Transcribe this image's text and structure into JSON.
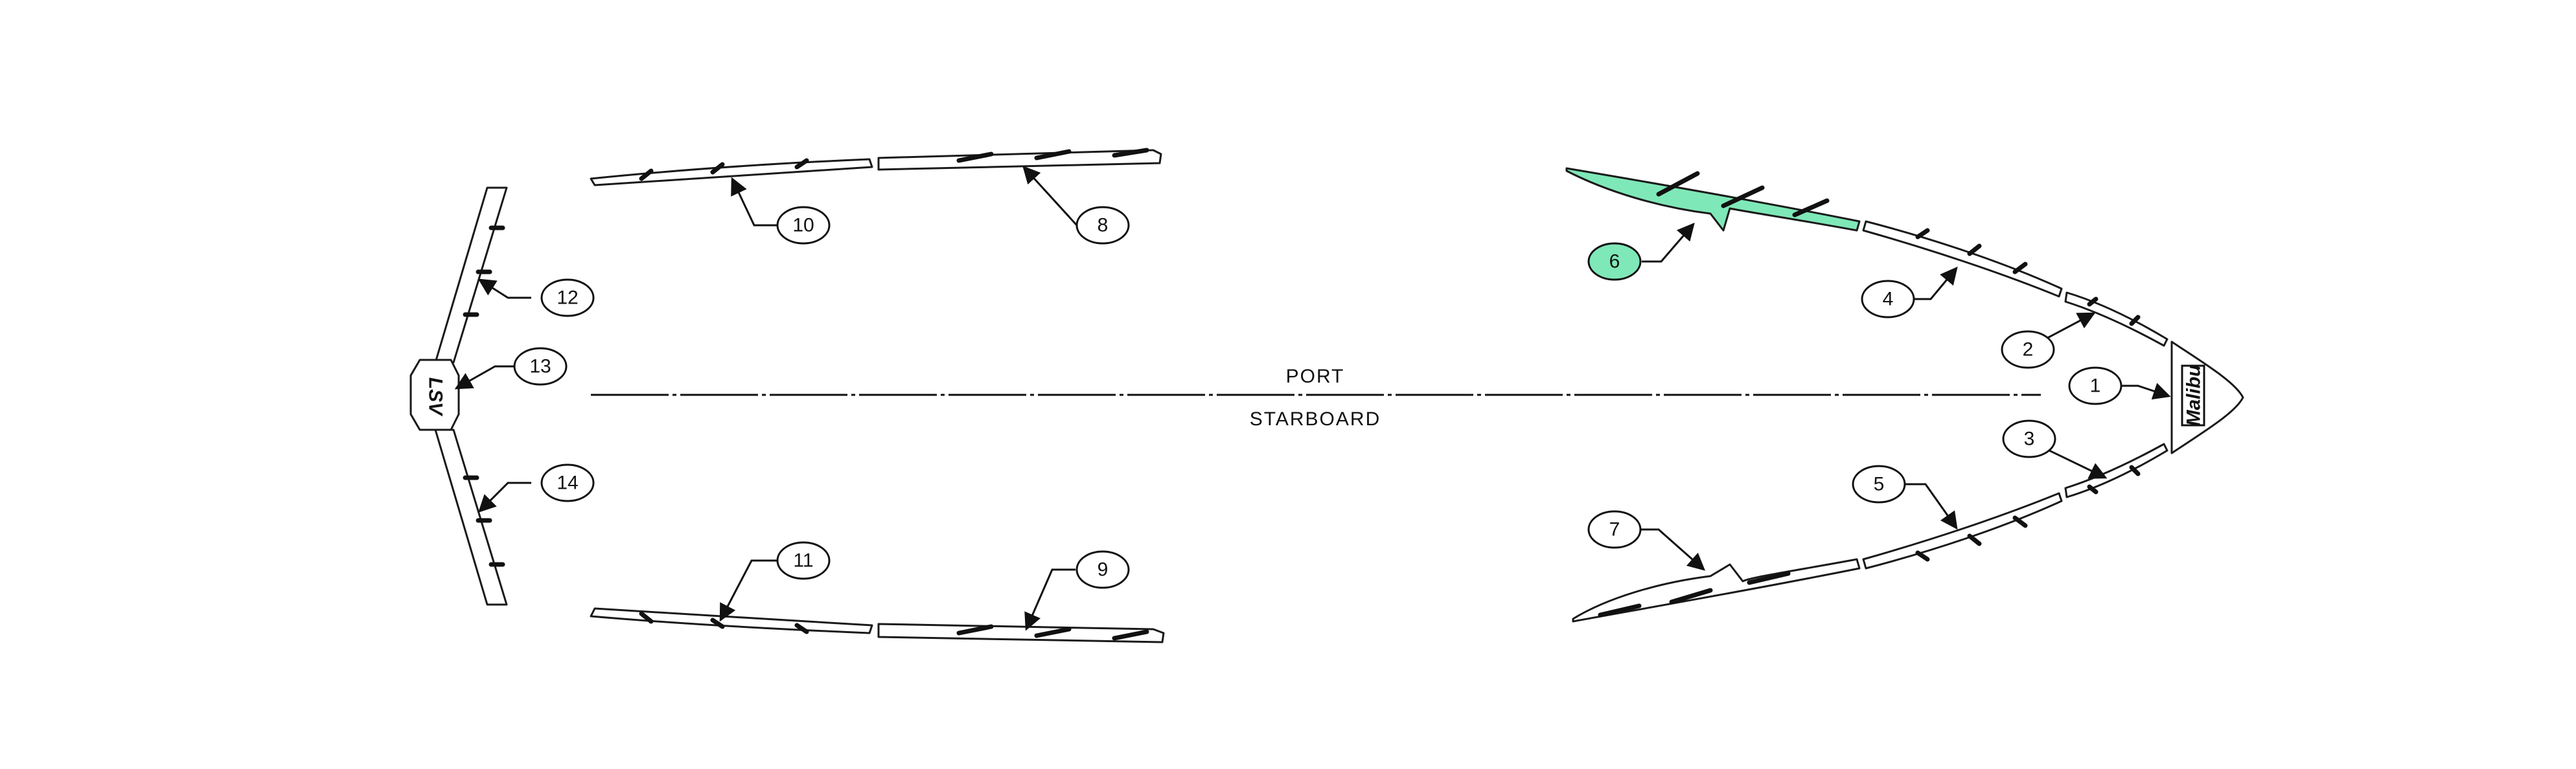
{
  "labels": {
    "port": "PORT",
    "starboard": "STARBOARD"
  },
  "callouts": [
    {
      "id": "callout-1",
      "number": "1",
      "selected": false
    },
    {
      "id": "callout-2",
      "number": "2",
      "selected": false
    },
    {
      "id": "callout-3",
      "number": "3",
      "selected": false
    },
    {
      "id": "callout-4",
      "number": "4",
      "selected": false
    },
    {
      "id": "callout-5",
      "number": "5",
      "selected": false
    },
    {
      "id": "callout-6",
      "number": "6",
      "selected": true
    },
    {
      "id": "callout-7",
      "number": "7",
      "selected": false
    },
    {
      "id": "callout-8",
      "number": "8",
      "selected": false
    },
    {
      "id": "callout-9",
      "number": "9",
      "selected": false
    },
    {
      "id": "callout-10",
      "number": "10",
      "selected": false
    },
    {
      "id": "callout-11",
      "number": "11",
      "selected": false
    },
    {
      "id": "callout-12",
      "number": "12",
      "selected": false
    },
    {
      "id": "callout-13",
      "number": "13",
      "selected": false
    },
    {
      "id": "callout-14",
      "number": "14",
      "selected": false
    }
  ],
  "logos": {
    "bow_logo_text": "Malibu",
    "transom_logo_text": "LSV"
  },
  "colors": {
    "selected_fill": "#7fe8b8",
    "line": "#111111",
    "background": "#ffffff"
  }
}
